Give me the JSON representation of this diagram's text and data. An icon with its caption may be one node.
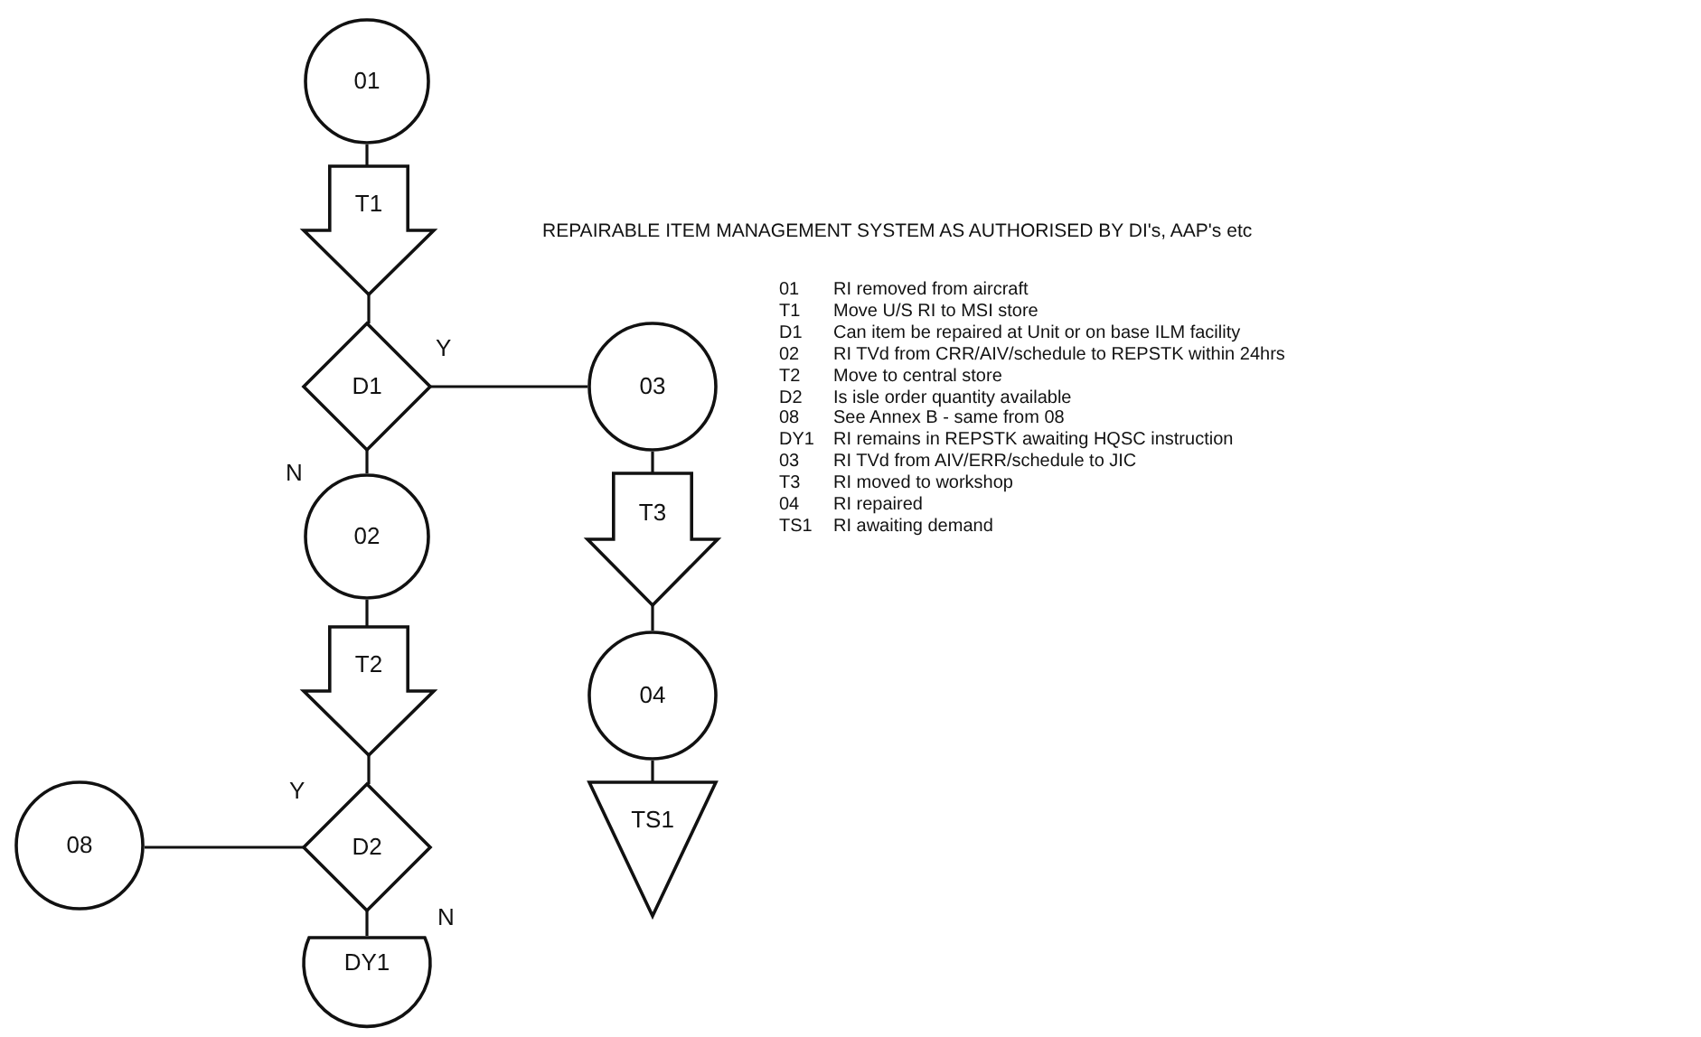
{
  "diagram": {
    "title": "REPAIRABLE ITEM MANAGEMENT SYSTEM AS AUTHORISED BY DI's, AAP's etc",
    "nodes": [
      {
        "text": [
          "01"
        ]
      },
      {
        "text": [
          "T1"
        ]
      },
      {
        "text": [
          "D1"
        ]
      },
      {
        "text": [
          "02"
        ]
      },
      {
        "text": [
          "T2"
        ]
      },
      {
        "text": [
          "D2"
        ]
      },
      {
        "text": [
          "DY1"
        ]
      },
      {
        "text": [
          "08"
        ]
      },
      {
        "text": [
          "03"
        ]
      },
      {
        "text": [
          "T3"
        ]
      },
      {
        "text": [
          "04"
        ]
      },
      {
        "text": [
          "TS1"
        ]
      }
    ],
    "edges": [
      {
        "from": 0,
        "to": 1,
        "arrow": "none"
      },
      {
        "from": 1,
        "to": 2,
        "arrow": "none"
      },
      {
        "from": 2,
        "to": 8,
        "arrow": "none",
        "label": "Y"
      },
      {
        "from": 2,
        "to": 3,
        "arrow": "none",
        "label": "N"
      },
      {
        "from": 3,
        "to": 4,
        "arrow": "none"
      },
      {
        "from": 4,
        "to": 5,
        "arrow": "none"
      },
      {
        "from": 5,
        "to": 7,
        "arrow": "none",
        "label": "Y"
      },
      {
        "from": 5,
        "to": 6,
        "arrow": "none",
        "label": "N"
      },
      {
        "from": 8,
        "to": 9,
        "arrow": "none"
      },
      {
        "from": 9,
        "to": 10,
        "arrow": "none"
      },
      {
        "from": 10,
        "to": 11,
        "arrow": "none"
      }
    ],
    "labels": [
      "01",
      "RI removed from aircraft",
      "T1",
      "Move U/S RI to MSI store",
      "D1",
      "Can item be repaired at Unit or on base ILM facility",
      "02",
      "RI TVd from CRR/AIV/schedule to REPSTK within 24hrs",
      "T2",
      "Move to central store",
      "D2",
      "Is isle order quantity available",
      "08",
      "See Annex B - same from 08",
      "DY1",
      "RI remains in REPSTK awaiting HQSC instruction",
      "03",
      "RI TVd from AIV/ERR/schedule to JIC",
      "T3",
      "RI moved to workshop",
      "04",
      "RI repaired",
      "TS1",
      "RI awaiting demand"
    ]
  }
}
